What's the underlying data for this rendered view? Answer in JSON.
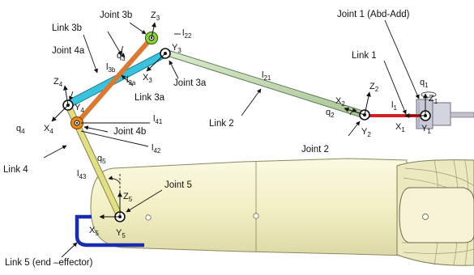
{
  "labels": {
    "joint1": "Joint 1 (Abd-Add)",
    "link1": "Link 1",
    "q1": "q",
    "q1_sub": "1",
    "z1": "Z",
    "z1_sub": "1",
    "x1": "X",
    "x1_sub": "1",
    "y1": "Y",
    "y1_sub": "1",
    "l1": "l",
    "l1_sub": "1",
    "joint2": "Joint 2",
    "z2": "Z",
    "z2_sub": "2",
    "x2": "X",
    "x2_sub": "2",
    "y2": "Y",
    "y2_sub": "2",
    "q2": "q",
    "q2_sub": "2",
    "link2": "Link 2",
    "l21": "l",
    "l21_sub": "21",
    "joint3b": "Joint 3b",
    "z3": "Z",
    "z3_sub": "3",
    "l22": "l",
    "l22_sub": "22",
    "y3": "Y",
    "y3_sub": "3",
    "x3": "X",
    "x3_sub": "3",
    "joint3a": "Joint 3a",
    "link3b": "Link 3b",
    "link3a": "Link 3a",
    "q3": "q",
    "q3_sub": "3",
    "l3b": "l",
    "l3b_sub": "3b",
    "l3a": "l",
    "l3a_sub": "3a",
    "joint4a": "Joint 4a",
    "z4": "Z",
    "z4_sub": "4",
    "y4": "Y",
    "y4_sub": "4",
    "x4": "X",
    "x4_sub": "4",
    "q4": "q",
    "q4_sub": "4",
    "joint4b": "Joint 4b",
    "l41": "l",
    "l41_sub": "41",
    "l42": "l",
    "l42_sub": "42",
    "link4": "Link 4",
    "q5": "q",
    "q5_sub": "5",
    "l43": "l",
    "l43_sub": "43",
    "joint5": "Joint 5",
    "z5": "Z",
    "z5_sub": "5",
    "x5": "X",
    "x5_sub": "5",
    "y5": "Y",
    "y5_sub": "5",
    "link5": "Link 5 (end –effector)"
  },
  "colors": {
    "link1": "#d42020",
    "link2": "#c4dbb4",
    "link3a": "#3bc3de",
    "link3b": "#d87a34",
    "link4": "#e2df88",
    "joint_green": "#8bd53a",
    "joint_orange": "#e98a1c",
    "end_effector": "#1a2bb0",
    "arm_body": "#f3f0c6"
  }
}
